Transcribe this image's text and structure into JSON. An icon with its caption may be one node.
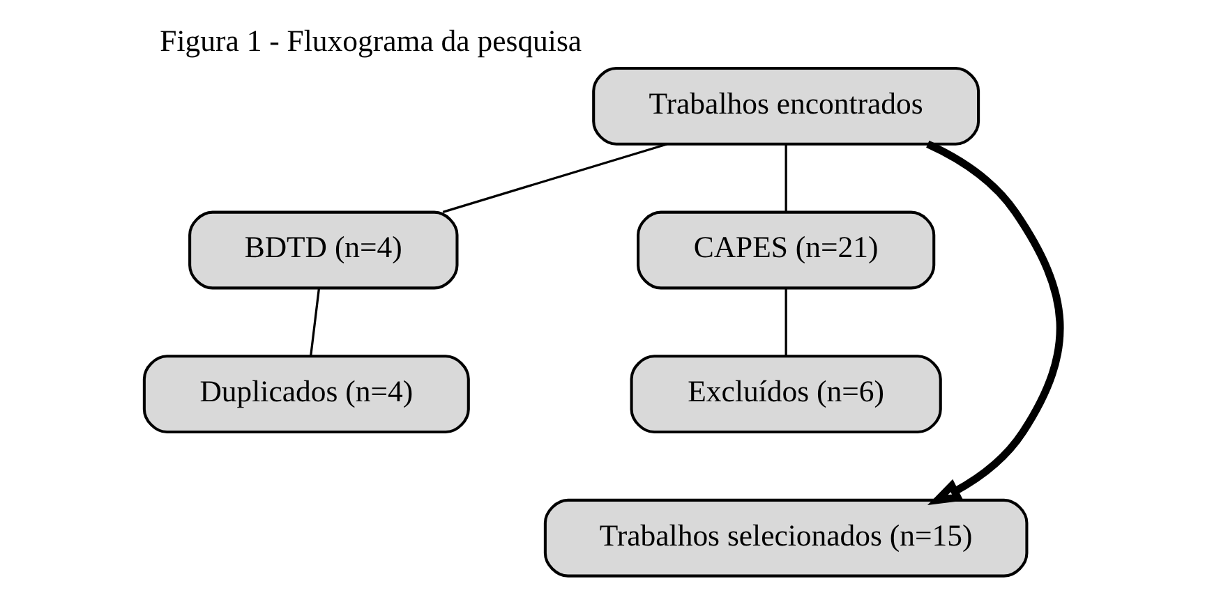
{
  "diagram": {
    "title": "Figura 1 - Fluxograma da pesquisa",
    "nodes": [
      {
        "text": [
          "Trabalhos encontrados"
        ]
      },
      {
        "text": [
          "BDTD (n=4)"
        ]
      },
      {
        "text": [
          "CAPES (n=21)"
        ]
      },
      {
        "text": [
          "Duplicados (n=4)"
        ]
      },
      {
        "text": [
          "Excluídos (n=6)"
        ]
      },
      {
        "text": [
          "Trabalhos selecionados (n=15)"
        ]
      }
    ],
    "edges": [
      {
        "from": 0,
        "to": 1,
        "arrow": "none"
      },
      {
        "from": 0,
        "to": 2,
        "arrow": "none"
      },
      {
        "from": 1,
        "to": 3,
        "arrow": "none"
      },
      {
        "from": 2,
        "to": 4,
        "arrow": "none"
      },
      {
        "from": 0,
        "to": 5,
        "arrow": "to",
        "style": "thick"
      }
    ]
  }
}
